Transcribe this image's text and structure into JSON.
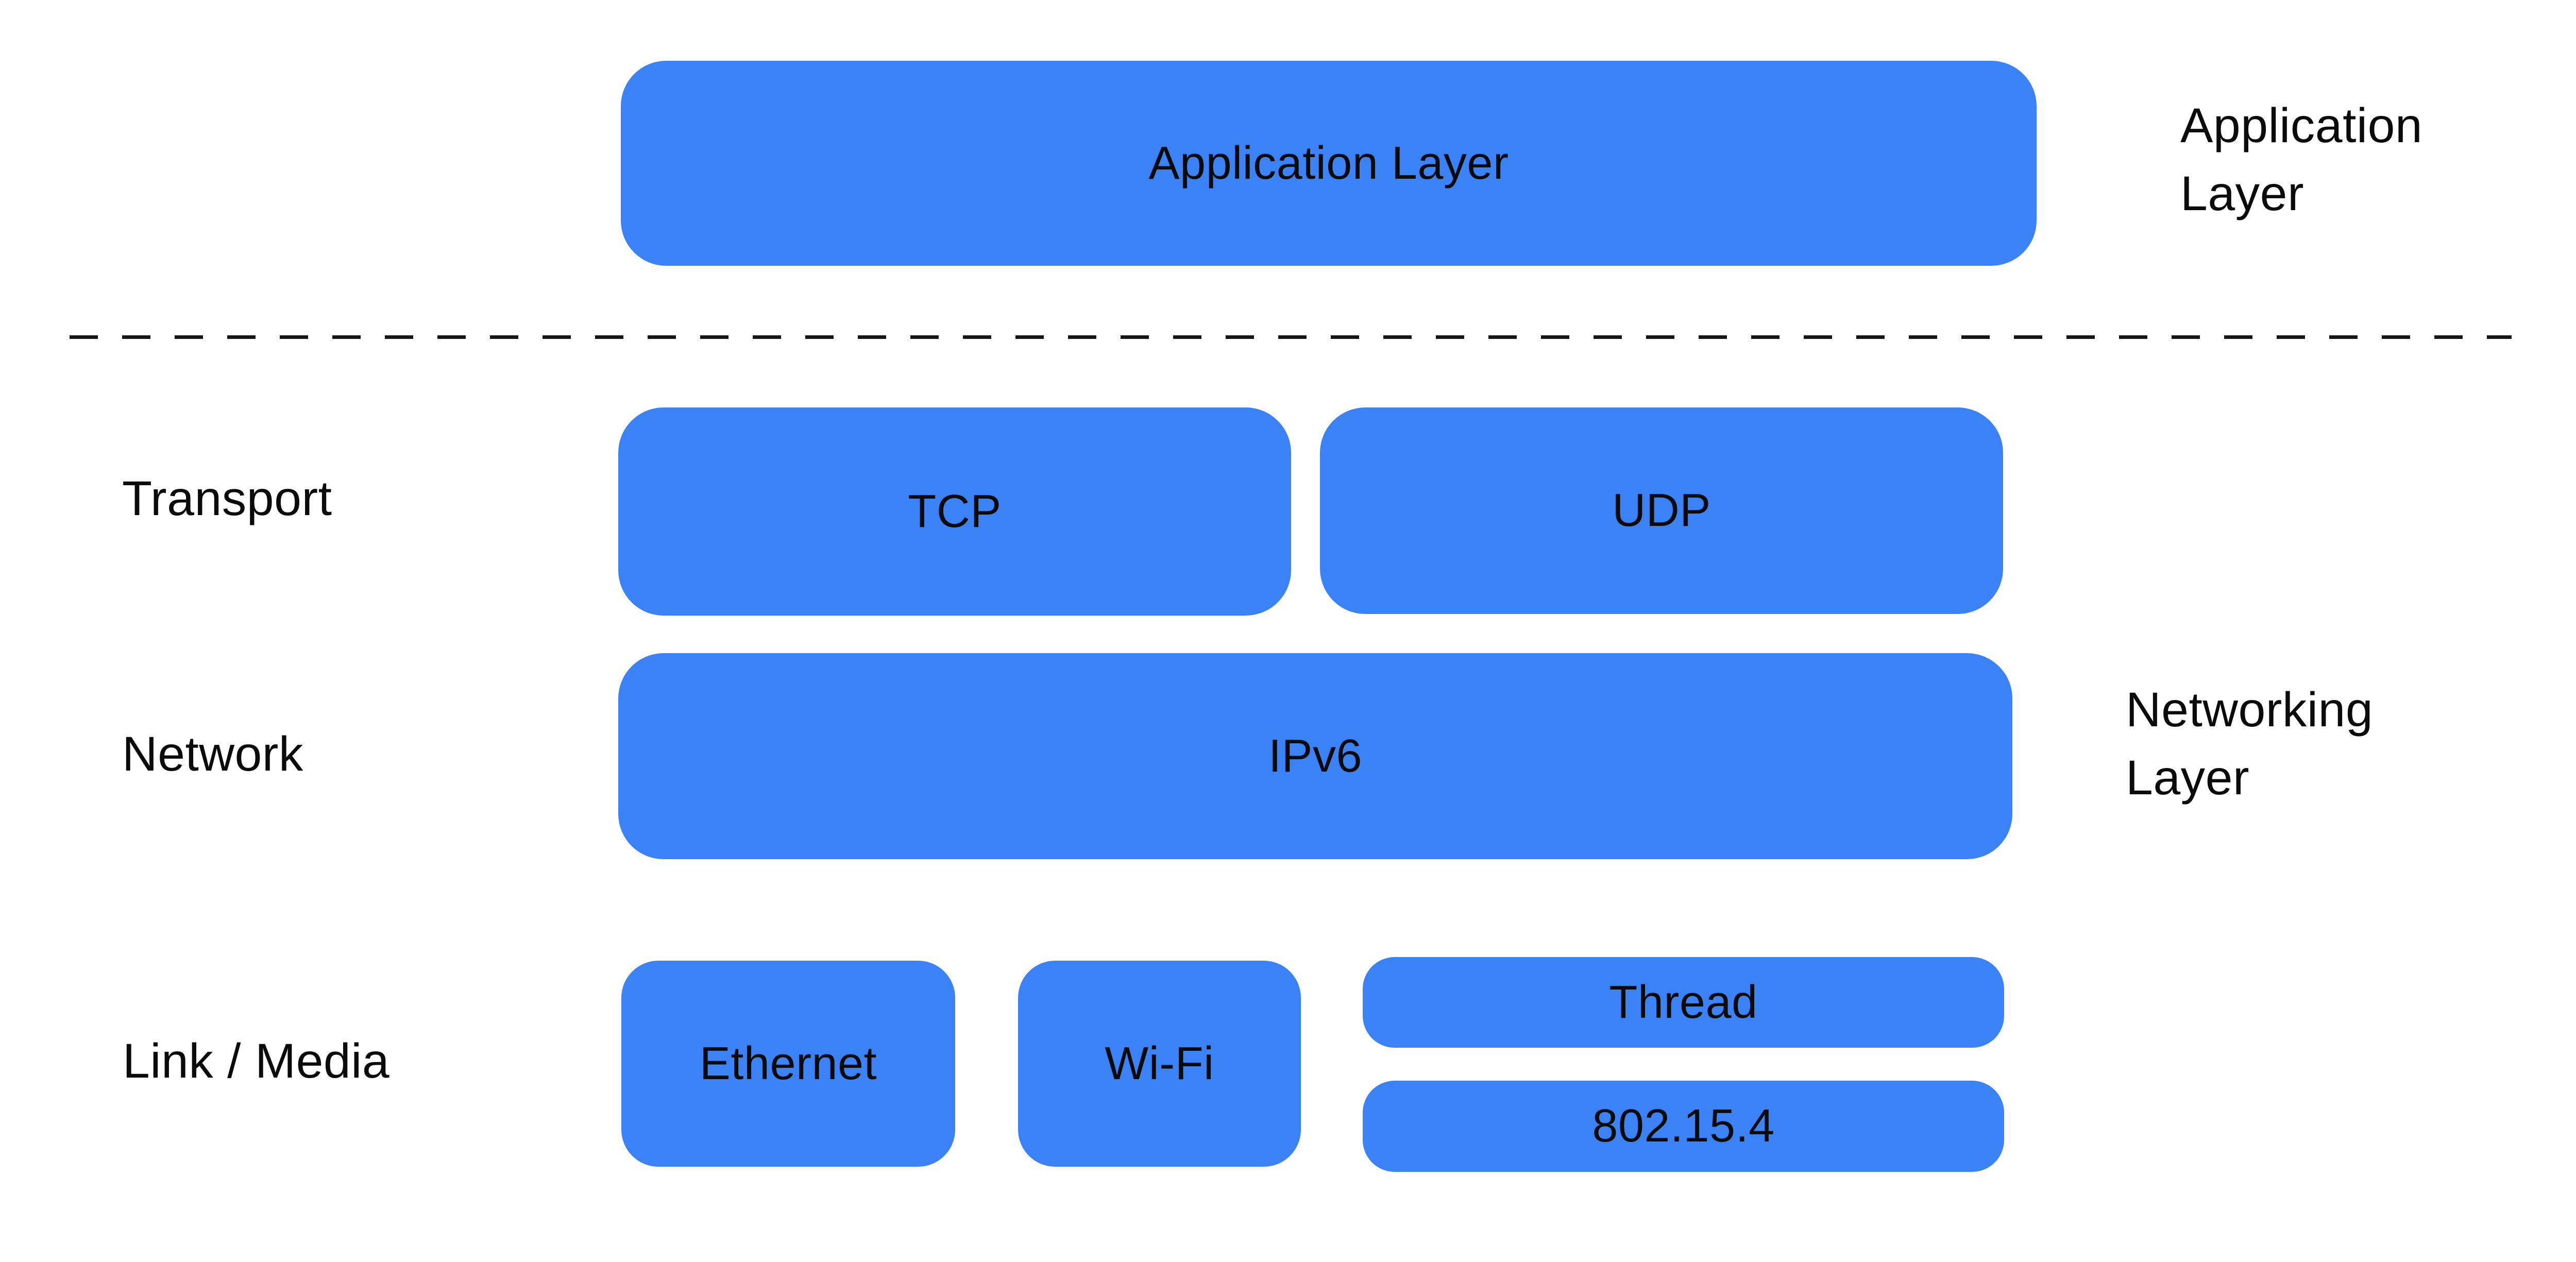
{
  "diagram": {
    "title": "Network protocol stack diagram",
    "background_color": "#FFFFFF",
    "accent_color": "#3B82F6",
    "text_color": "#0B0B0B",
    "divider_color": "#161616"
  },
  "boxes": {
    "application": {
      "label": "Application Layer"
    },
    "tcp": {
      "label": "TCP"
    },
    "udp": {
      "label": "UDP"
    },
    "ipv6": {
      "label": "IPv6"
    },
    "ethernet": {
      "label": "Ethernet"
    },
    "wifi": {
      "label": "Wi-Fi"
    },
    "thread": {
      "label": "Thread"
    },
    "ieee802154": {
      "label": "802.15.4"
    }
  },
  "row_labels": {
    "transport": "Transport",
    "network": "Network",
    "link_media": "Link / Media"
  },
  "side_labels": {
    "application_layer": "Application\nLayer",
    "networking_layer": "Networking\nLayer"
  }
}
